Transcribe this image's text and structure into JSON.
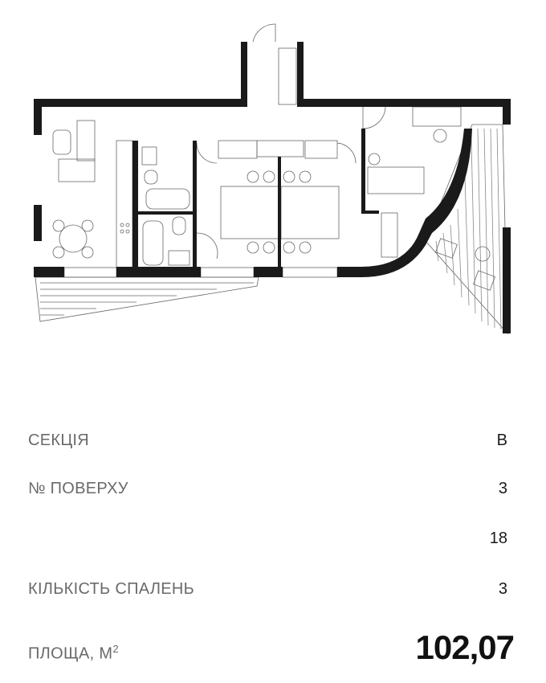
{
  "details": [
    {
      "label": "СЕКЦІЯ",
      "value": "B"
    },
    {
      "label": "№ ПОВЕРХУ",
      "value": "3"
    },
    {
      "label": "",
      "value": "18"
    },
    {
      "label": "КІЛЬКІСТЬ СПАЛЕНЬ",
      "value": "3"
    }
  ],
  "area": {
    "label": "ПЛОЩА, М",
    "unit_sup": "2",
    "value": "102,07"
  },
  "colors": {
    "wall": "#1a1a1a",
    "line": "#555555"
  }
}
